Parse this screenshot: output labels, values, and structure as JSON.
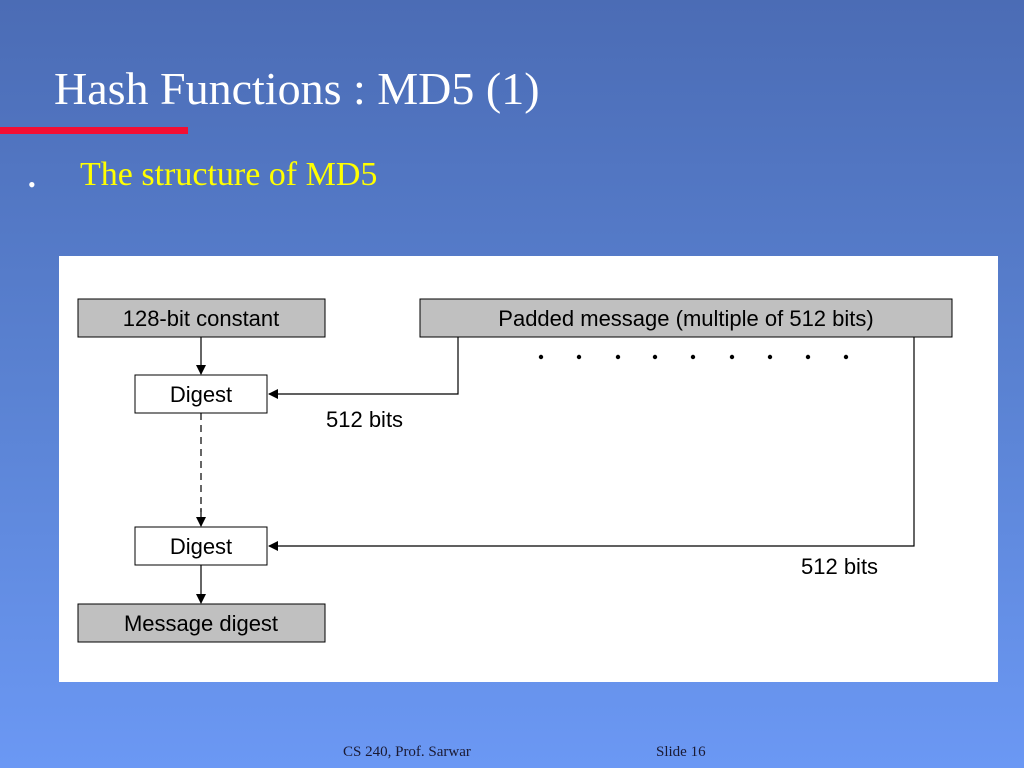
{
  "slide": {
    "title": "Hash Functions : MD5 (1)",
    "bullet_glyph": "•",
    "bullet_text": "The structure of MD5",
    "accent_rule_color": "#f20f34",
    "bullet_text_color": "#ffff00"
  },
  "diagram": {
    "constant_label": "128-bit constant",
    "padded_message_label": "Padded message (multiple of 512 bits)",
    "digest_label_1": "Digest",
    "digest_label_2": "Digest",
    "message_digest_label": "Message digest",
    "block_size_label_1": "512 bits",
    "block_size_label_2": "512 bits",
    "box_fill_gray": "#c0c0c0",
    "box_fill_white": "#ffffff"
  },
  "footer": {
    "course": "CS 240, Prof. Sarwar",
    "slide_label": "Slide  16"
  }
}
